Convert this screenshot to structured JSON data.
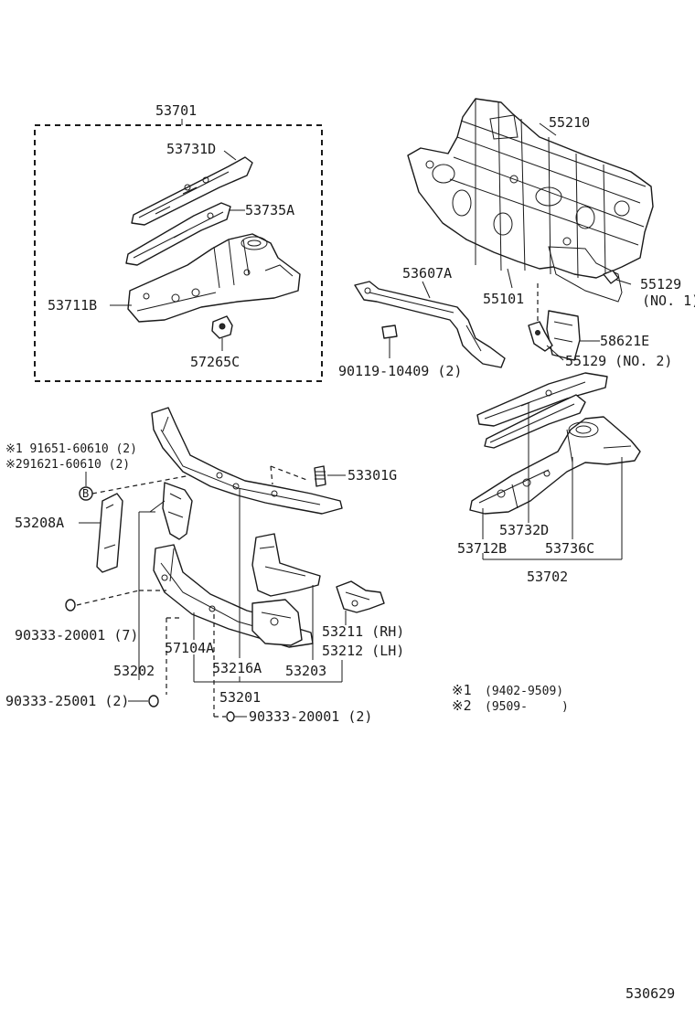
{
  "labels": {
    "group_upper_apron": "53701",
    "upper_member": "53731D",
    "upper_member_lower": "53735A",
    "apron_rear": "53711B",
    "clip_57265c": "57265C",
    "dash_panel": "55210",
    "panel_55101": "55101",
    "bracket_53607a": "53607A",
    "bolt_90119": "90119-10409 (2)",
    "grommet_no1_num": "55129",
    "grommet_no1_tag": "(NO. 1)",
    "grommet_no2": "55129 (NO. 2)",
    "insulator_58621e": "58621E",
    "note1_part": "※1 91651-60610 (2)",
    "note2_part": "※291621-60610 (2)",
    "support_53301g": "53301G",
    "brace_53208a": "53208A",
    "clip_90333_20001_7": "90333-20001 (7)",
    "support_53202": "53202",
    "support_57104a": "57104A",
    "support_53216a": "53216A",
    "support_53203": "53203",
    "support_53201": "53201",
    "support_53211_rh": "53211 (RH)",
    "support_53212_lh": "53212 (LH)",
    "clip_90333_25001": "90333-25001 (2)",
    "clip_90333_20001_2": "90333-20001 (2)",
    "member_53732d": "53732D",
    "member_53712b": "53712B",
    "member_53736c": "53736C",
    "group_53702": "53702",
    "legend_1_mark": "※1",
    "legend_1_range": "(9402-9509)",
    "legend_2_mark": "※2",
    "legend_2_range": "(9509-",
    "legend_2_close": ")",
    "figure_number": "530629"
  }
}
